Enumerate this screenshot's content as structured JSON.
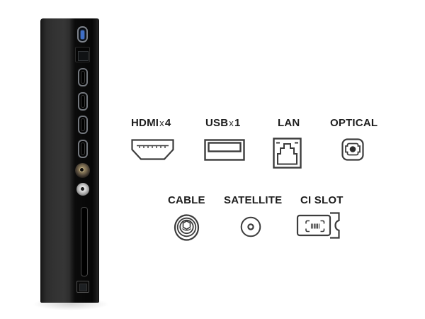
{
  "diagram": {
    "row1": [
      {
        "label": "HDMI",
        "times": "x",
        "count": "4",
        "icon": "hdmi-port-icon"
      },
      {
        "label": "USB",
        "times": "x",
        "count": "1",
        "icon": "usb-port-icon"
      },
      {
        "label": "LAN",
        "icon": "lan-port-icon"
      },
      {
        "label": "OPTICAL",
        "icon": "optical-port-icon"
      }
    ],
    "row2": [
      {
        "label": "CABLE",
        "icon": "coax-cable-port-icon"
      },
      {
        "label": "SATELLITE",
        "icon": "satellite-port-icon"
      },
      {
        "label": "CI SLOT",
        "icon": "ci-module-icon"
      }
    ],
    "colors": {
      "label_text": "#1d1d1d",
      "icon_stroke": "#3c3c3c",
      "background": "#ffffff"
    }
  },
  "tv_panel": {
    "ports": [
      "usb-port",
      "lan-port",
      "hdmi-port-1",
      "hdmi-port-2",
      "hdmi-port-3",
      "hdmi-port-4",
      "cable-coax-port",
      "satellite-coax-port",
      "ci-slot",
      "optical-port"
    ],
    "colors": {
      "body": "#2e2e2e",
      "recess": "#070707",
      "usb_insert": "#3f6fc8",
      "cable_connector": "#7a6b50",
      "satellite_connector": "#d9d9d9"
    }
  }
}
